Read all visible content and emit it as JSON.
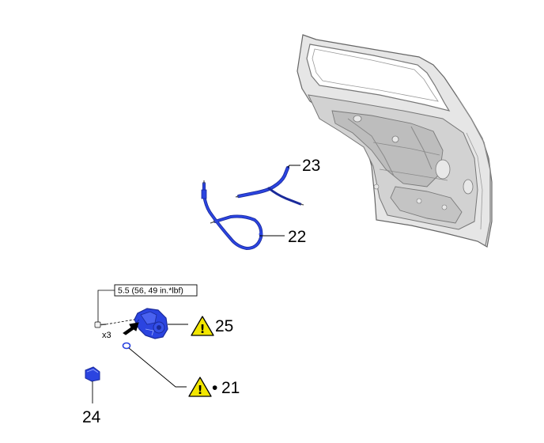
{
  "callouts": {
    "p21": "21",
    "p22": "22",
    "p23": "23",
    "p24": "24",
    "p25": "25"
  },
  "torque": "5.5 (56, 49 in.*lbf)",
  "quantity": "x3",
  "warning_mark": "!",
  "bullet": "•",
  "colors": {
    "part_blue": "#2b44e0",
    "part_dark": "#1a2a9a",
    "warning_yellow": "#f2e600",
    "door_gray": "#c9c9c9",
    "line": "#000000"
  },
  "icons": [
    "warning-icon",
    "arrow-icon"
  ]
}
